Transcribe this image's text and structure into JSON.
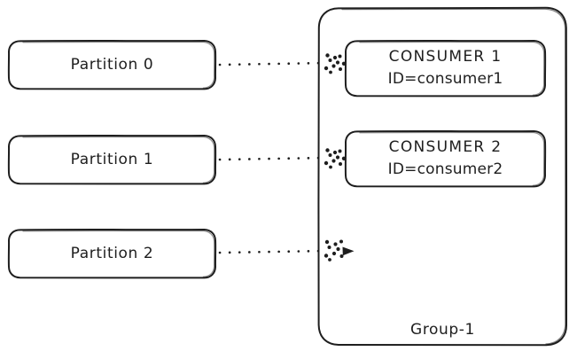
{
  "diagram": {
    "title": "Kafka partition to consumer group assignment",
    "background_color": "#ffffff",
    "stroke_color": "#1e1e1e",
    "style": "hand-drawn"
  },
  "partitions": [
    {
      "label": "Partition 0"
    },
    {
      "label": "Partition 1"
    },
    {
      "label": "Partition 2"
    }
  ],
  "group": {
    "label": "Group-1"
  },
  "consumers": [
    {
      "title": "CONSUMER 1",
      "id_line": "ID=consumer1"
    },
    {
      "title": "CONSUMER 2",
      "id_line": "ID=consumer2"
    }
  ],
  "connectors": [
    {
      "name": "partition-0-to-consumer-1",
      "style": "dotted",
      "arrowhead": "sketchy-dots"
    },
    {
      "name": "partition-1-to-consumer-2",
      "style": "dotted",
      "arrowhead": "sketchy-dots"
    },
    {
      "name": "partition-2-unassigned",
      "style": "dotted",
      "arrowhead": "sketchy-dots-solid-tip"
    }
  ]
}
